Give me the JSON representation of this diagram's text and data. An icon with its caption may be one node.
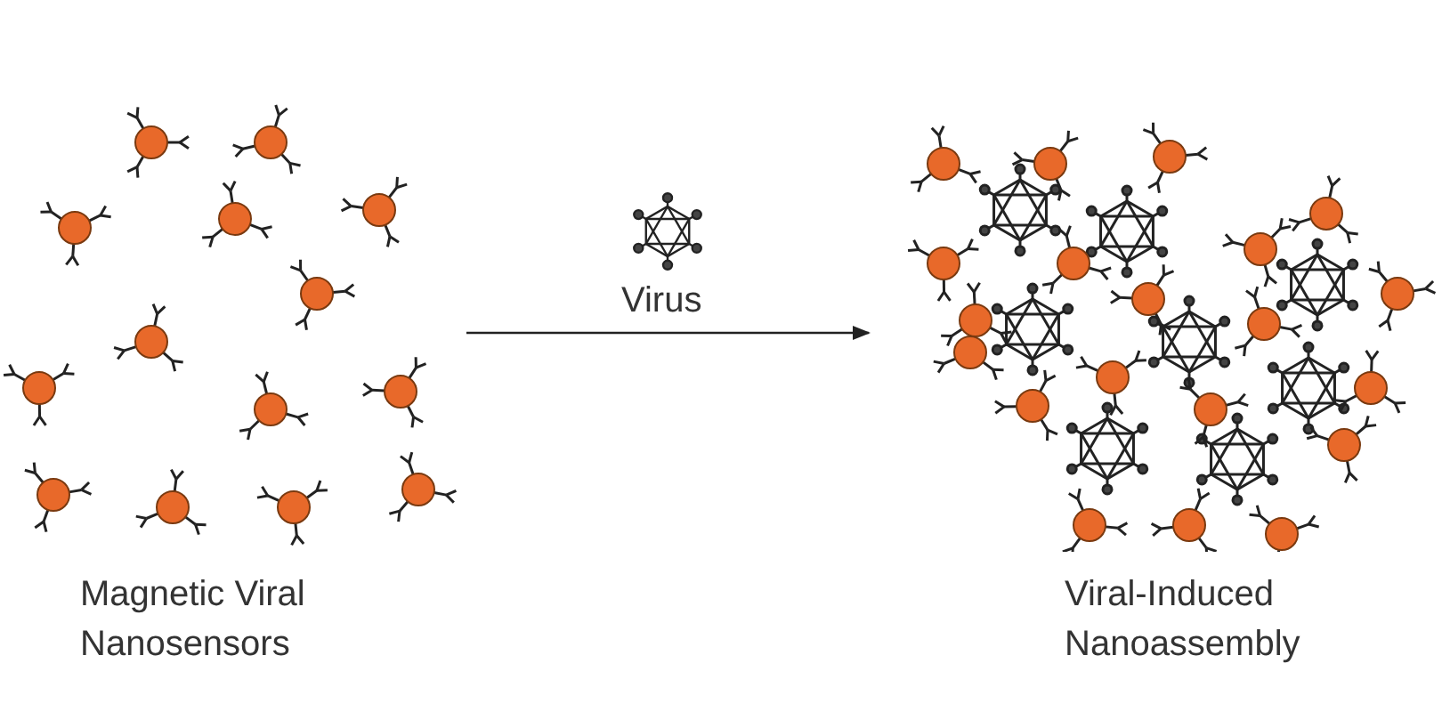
{
  "diagram": {
    "nodes": [
      {
        "text": [
          "Magnetic Viral Nanosensors"
        ]
      },
      {
        "text": [
          "Viral-Induced Nanoassembly"
        ]
      }
    ],
    "edges": [
      {
        "from": 0,
        "to": 1,
        "arrow": "to",
        "label": "Virus"
      }
    ]
  }
}
